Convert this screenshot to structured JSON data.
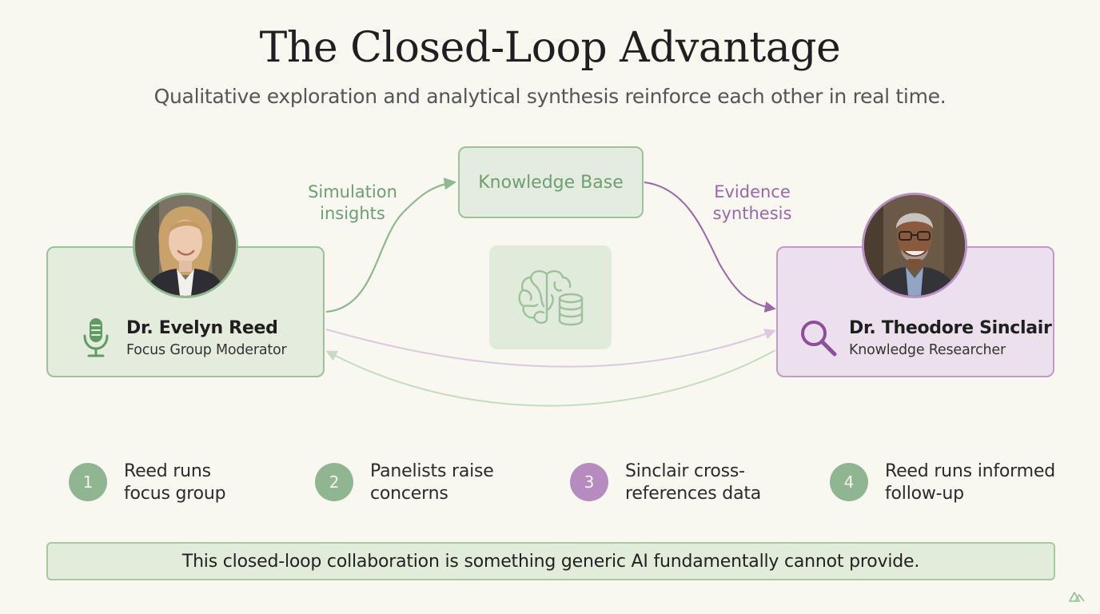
{
  "header": {
    "title": "The Closed-Loop Advantage",
    "subtitle": "Qualitative exploration and analytical synthesis reinforce each other in real time."
  },
  "diagram": {
    "knowledge_base": {
      "label": "Knowledge Base",
      "icon": "brain-database-icon"
    },
    "flow_labels": {
      "simulation_insights": [
        "Simulation",
        "insights"
      ],
      "evidence_synthesis": [
        "Evidence",
        "synthesis"
      ]
    },
    "moderator": {
      "name": "Dr. Evelyn Reed",
      "role": "Focus Group Moderator",
      "icon": "microphone-icon"
    },
    "researcher": {
      "name": "Dr. Theodore Sinclair",
      "role": "Knowledge Researcher",
      "icon": "magnifier-icon"
    }
  },
  "steps": [
    {
      "number": "1",
      "lines": [
        "Reed runs",
        "focus group"
      ]
    },
    {
      "number": "2",
      "lines": [
        "Panelists raise",
        "concerns"
      ]
    },
    {
      "number": "3",
      "lines": [
        "Sinclair cross-",
        "references data"
      ]
    },
    {
      "number": "4",
      "lines": [
        "Reed runs informed",
        "follow-up"
      ]
    }
  ],
  "footer": {
    "statement": "This closed-loop collaboration is something generic AI fundamentally cannot provide."
  },
  "colors": {
    "background": "#f8f7f0",
    "green_accent": "#6e9e73",
    "purple_accent": "#9a67a8",
    "green_fill": "#e4ecde",
    "purple_fill": "#ece0ed"
  }
}
